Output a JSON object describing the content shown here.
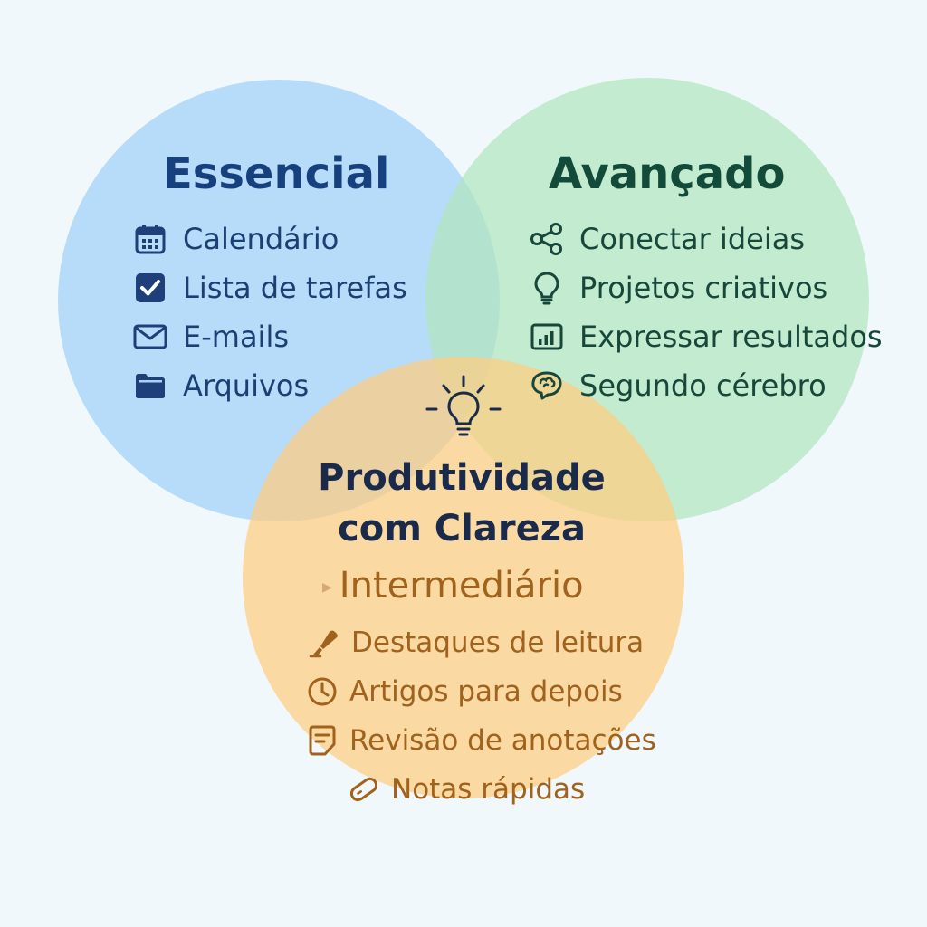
{
  "colors": {
    "essential": "#17407f",
    "advanced": "#124b3a",
    "intermediate": "#a0621d",
    "center": "#1a2a4a"
  },
  "center": {
    "icon": "lightbulb-icon",
    "title_line1": "Produtividade",
    "title_line2": "com Clareza"
  },
  "essential": {
    "title": "Essencial",
    "items": [
      {
        "label": "Calendário",
        "icon": "calendar-icon"
      },
      {
        "label": "Lista de tarefas",
        "icon": "checkbox-icon"
      },
      {
        "label": "E-mails",
        "icon": "mail-icon"
      },
      {
        "label": "Arquivos",
        "icon": "folder-icon"
      }
    ]
  },
  "advanced": {
    "title": "Avançado",
    "items": [
      {
        "label": "Conectar ideias",
        "icon": "share-nodes-icon"
      },
      {
        "label": "Projetos criativos",
        "icon": "lightbulb-icon"
      },
      {
        "label": "Expressar resultados",
        "icon": "chart-icon"
      },
      {
        "label": "Segundo cérebro",
        "icon": "brain-icon"
      }
    ]
  },
  "intermediate": {
    "title": "Intermediário",
    "items": [
      {
        "label": "Destaques de leitura",
        "icon": "highlighter-icon"
      },
      {
        "label": "Artigos para depois",
        "icon": "clock-icon"
      },
      {
        "label": "Revisão de anotações",
        "icon": "note-icon"
      },
      {
        "label": "Notas rápidas",
        "icon": "capsule-icon"
      }
    ]
  }
}
